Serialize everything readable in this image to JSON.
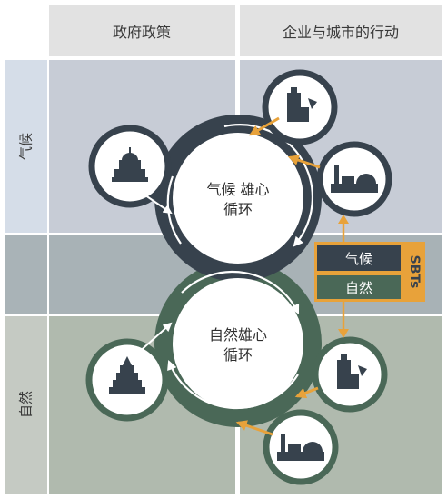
{
  "columns": {
    "policy": "政府政策",
    "business": "企业与城市的行动"
  },
  "rows": {
    "climate": "气候",
    "nature": "自然"
  },
  "cycles": {
    "climate": {
      "line1": "气候 雄心",
      "line2": "循环"
    },
    "nature": {
      "line1": "自然雄心",
      "line2": "循环"
    }
  },
  "sbts": {
    "title": "SBTs",
    "climate": "气候",
    "nature": "自然"
  },
  "colors": {
    "climate_dark": "#37424d",
    "nature_green": "#4a6857",
    "accent_orange": "#e8a23a",
    "header_gray": "#e2e2e2",
    "climate_band": "#c7ccd6",
    "middle_band": "#a8b2b6",
    "nature_band": "#b0baae"
  },
  "icons": {
    "policy_climate": "capitol-building-icon",
    "policy_nature": "pagoda-building-icon",
    "business_climate_top": "factory-tower-icon",
    "business_climate_bottom": "industrial-plant-icon",
    "business_nature_top": "factory-tower-icon",
    "business_nature_bottom": "industrial-plant-icon"
  }
}
